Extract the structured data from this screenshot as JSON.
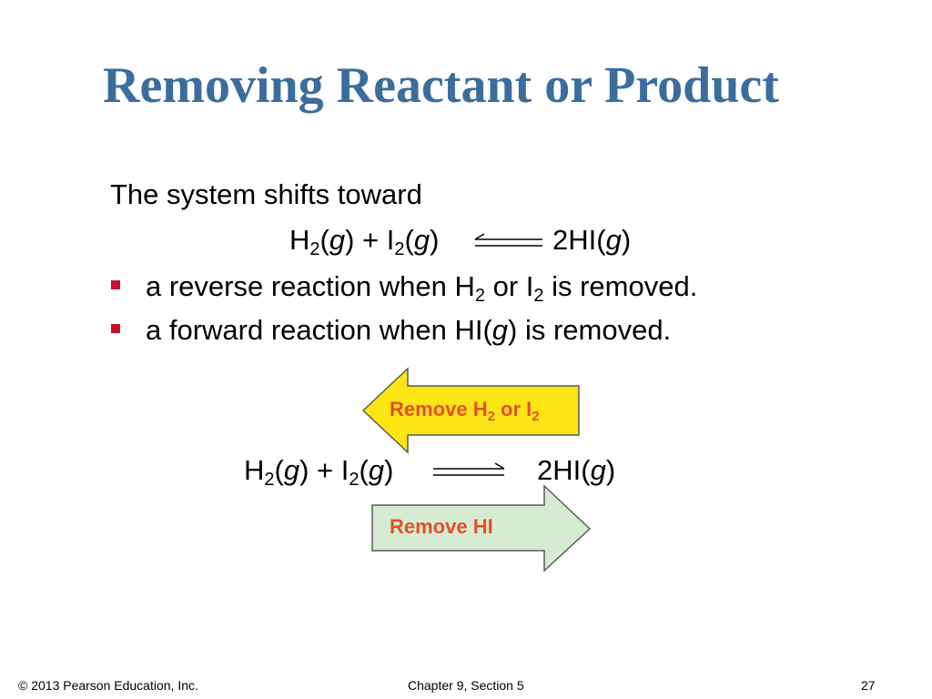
{
  "slide": {
    "title": "Removing Reactant or Product",
    "intro": "The system shifts toward",
    "equation_top": {
      "h": "H",
      "h_sub": "2",
      "h_state_open": "(",
      "h_state": "g",
      "h_state_close": ")",
      "plus": " + ",
      "i": "I",
      "i_sub": "2",
      "i_state_open": "(",
      "i_state": "g",
      "i_state_close": ")",
      "product": "2HI",
      "product_state_open": "(",
      "product_state": "g",
      "product_state_close": ")"
    },
    "bullets": [
      {
        "pre": "a reverse reaction when H",
        "sub1": "2",
        "mid": " or I",
        "sub2": "2",
        "post": " is removed."
      },
      {
        "pre": "a forward reaction when HI(",
        "ital": "g",
        "post": ") is removed."
      }
    ],
    "equation_bottom": {
      "h": "H",
      "h_sub": "2",
      "h_state_open": "(",
      "h_state": "g",
      "h_state_close": ")",
      "plus": " + ",
      "i": "I",
      "i_sub": "2",
      "i_state_open": "(",
      "i_state": "g",
      "i_state_close": ")",
      "product": "2HI",
      "product_state_open": "(",
      "product_state": "g",
      "product_state_close": ")"
    },
    "arrow_reverse": {
      "pre": "Remove H",
      "sub1": "2",
      "mid": " or I",
      "sub2": "2",
      "fill": "#fce515",
      "stroke": "#5a5a5a"
    },
    "arrow_forward": {
      "label": "Remove HI",
      "fill": "#d6ecd2",
      "stroke": "#5a5a5a"
    },
    "label_color": "#e2502a",
    "title_color": "#3b6d9c",
    "bullet_color": "#c8102e"
  },
  "footer": {
    "copyright": "© 2013 Pearson Education, Inc.",
    "section": "Chapter 9, Section 5",
    "page": "27"
  }
}
